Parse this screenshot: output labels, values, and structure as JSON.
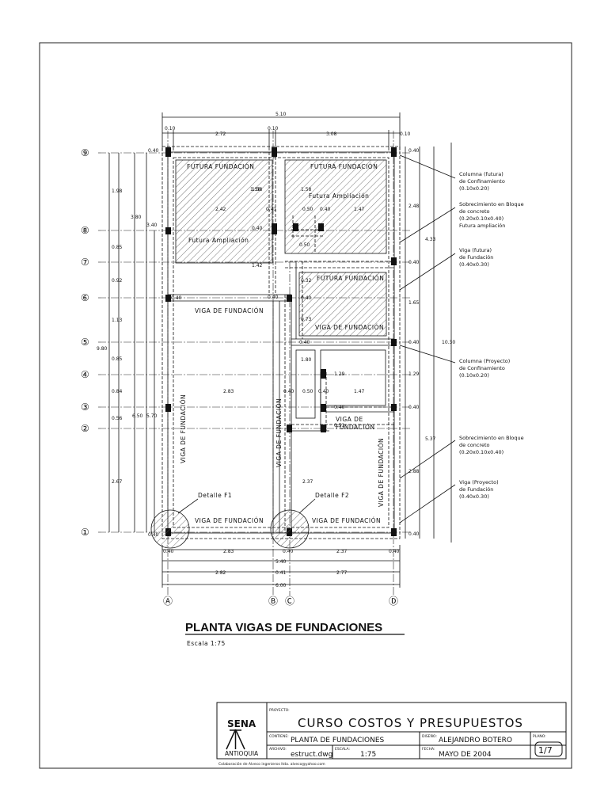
{
  "drawing": {
    "title": "PLANTA VIGAS DE FUNDACIONES",
    "scale_label": "Escala 1:75",
    "grid_rows": [
      "⑨",
      "⑧",
      "⑦",
      "⑥",
      "⑤",
      "④",
      "③",
      "②",
      "①"
    ],
    "grid_cols": [
      "Ⓐ",
      "Ⓑ",
      "Ⓒ",
      "Ⓓ"
    ],
    "top_dims": {
      "total": "5.10",
      "d1": "0.10",
      "d2": "2.72",
      "d3": "0.10",
      "d4": "3.08",
      "d5": "0.10"
    },
    "left_dims": {
      "a": "1.98",
      "b": "0.85",
      "c": "0.92",
      "d": "1.13",
      "e": "0.85",
      "f": "0.84",
      "g": "0.56",
      "h": "2.67",
      "i": "3.80",
      "j": "9.80",
      "k": "6.50",
      "l": "5.70",
      "m": "3.40",
      "n": "0.40",
      "o": "0.40"
    },
    "right_dims": {
      "a": "0.40",
      "b": "2.48",
      "c": "4.33",
      "d": "0.40",
      "e": "1.65",
      "f": "0.40",
      "g": "10.30",
      "h": "1.29",
      "i": "0.40",
      "j": "5.37",
      "k": "2.88",
      "l": "0.40"
    },
    "bottom_dims": {
      "b1": "0.40",
      "b2": "2.83",
      "b3": "0.40",
      "b4": "2.37",
      "b5": "0.40",
      "c1": "5.40",
      "c2": "2.82",
      "c3": "0.41",
      "c4": "2.77",
      "c5": "6.00"
    },
    "inner_dims": {
      "i1": "1.58",
      "i2": "2.42",
      "i3": "0.41",
      "i4": "0.40",
      "i5": "1.47",
      "i6": "1.58",
      "i7": "0.50",
      "i8": "0.40",
      "i9": "0.50",
      "i10": "1.42",
      "i11": "0.32",
      "i12": "0.40",
      "i13": "0.73",
      "i14": "1.80",
      "i15": "1.29",
      "i16": "2.83",
      "i17": "0.40",
      "i18": "0.50",
      "i19": "0.40",
      "i20": "1.47",
      "i21": "0.40",
      "i22": "0.51",
      "i23": "2.37",
      "i24": "0.40",
      "i25": "0.40",
      "i26": "0.40",
      "i27": "1.58"
    },
    "zone_labels": [
      "FUTURA FUNDACIÓN",
      "FUTURA FUNDACIÓN",
      "Futura Ampliación",
      "Futura Ampliación",
      "FUTURA FUNDACIÓN"
    ],
    "beam_labels": {
      "v1": "VIGA DE FUNDACIÓN",
      "v2": "VIGA DE FUNDACIÓN",
      "v3": "VIGA DE FUNDACIÓN",
      "v4": "VIGA DE FUNDACIÓN",
      "v5": "VIGA DE FUNDACIÓN",
      "v6": "VIGA DE FUNDACIÓN",
      "v7": "VIGA DE FUNDACIÓN",
      "v8a": "VIGA DE",
      "v8b": "FUNDACIÓN"
    },
    "details": {
      "f1": "Detalle F1",
      "f2": "Detalle F2"
    },
    "annotations": [
      {
        "l1": "Columna (futura)",
        "l2": "de Confinamiento",
        "l3": "(0.10x0.20)"
      },
      {
        "l1": "Sobrecimiento en Bloque",
        "l2": "de concreto",
        "l3": "(0.20x0.10x0.40)",
        "l4": "Futura ampliación"
      },
      {
        "l1": "Viga (futura)",
        "l2": "de Fundación",
        "l3": "(0.40x0.30)"
      },
      {
        "l1": "Columna (Proyecto)",
        "l2": "de Confinamiento",
        "l3": "(0.10x0.20)"
      },
      {
        "l1": "Sobrecimiento en Bloque",
        "l2": "de concreto",
        "l3": "(0.20x0.10x0.40)"
      },
      {
        "l1": "Viga (Proyecto)",
        "l2": "de Fundación",
        "l3": "(0.40x0.30)"
      }
    ]
  },
  "title_block": {
    "logo_text": "SENA",
    "logo_sub": "ANTIOQUIA",
    "proyecto_label": "PROYECTO:",
    "proyecto": "CURSO COSTOS Y PRESUPUESTOS",
    "contiene_label": "CONTIENE:",
    "contiene": "PLANTA DE FUNDACIONES",
    "diseno_label": "DISEÑO:",
    "diseno": "ALEJANDRO BOTERO",
    "plano_label": "PLANO:",
    "plano": "1/7",
    "archivo_label": "ARCHIVO:",
    "archivo": "estruct.dwg",
    "escala_label": "ESCALA:",
    "escala": "1:75",
    "fecha_label": "FECHA:",
    "fecha": "MAYO DE 2004",
    "footer": "Colaboración de Alveco ingenieros ltda. alveco@yahoo.com"
  }
}
